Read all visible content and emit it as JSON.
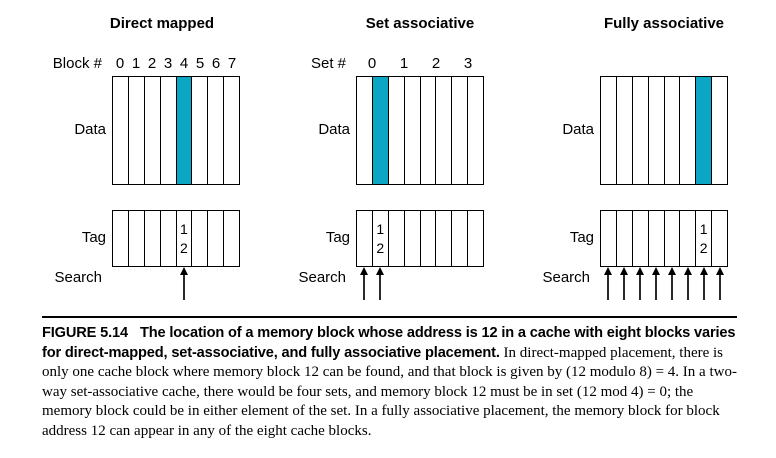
{
  "figure": {
    "colors": {
      "highlight": "#0aa6c3",
      "line": "#000000"
    },
    "panels": [
      {
        "id": "direct-mapped",
        "title": "Direct mapped",
        "index_label": "Block #",
        "index_values": [
          "0",
          "1",
          "2",
          "3",
          "4",
          "5",
          "6",
          "7"
        ],
        "data_label": "Data",
        "tag_label": "Tag",
        "search_label": "Search",
        "num_blocks": 8,
        "highlight_index": 4,
        "tag_value_index": 4,
        "tag_value": [
          "1",
          "2"
        ],
        "search_arrow_indices": [
          4
        ]
      },
      {
        "id": "set-associative",
        "title": "Set associative",
        "index_label": "Set #",
        "index_values": [
          "0",
          "1",
          "2",
          "3"
        ],
        "data_label": "Data",
        "tag_label": "Tag",
        "search_label": "Search",
        "num_blocks": 8,
        "highlight_index": 1,
        "tag_value_index": 1,
        "tag_value": [
          "1",
          "2"
        ],
        "search_arrow_indices": [
          0,
          1
        ]
      },
      {
        "id": "fully-associative",
        "title": "Fully associative",
        "index_label": "",
        "index_values": [],
        "data_label": "Data",
        "tag_label": "Tag",
        "search_label": "Search",
        "num_blocks": 8,
        "highlight_index": 6,
        "tag_value_index": 6,
        "tag_value": [
          "1",
          "2"
        ],
        "search_arrow_indices": [
          0,
          1,
          2,
          3,
          4,
          5,
          6,
          7
        ]
      }
    ],
    "caption": {
      "label": "FIGURE 5.14",
      "bold_text": "The location of a memory block whose address is 12 in a cache with eight blocks varies for direct-mapped, set-associative, and fully associative placement.",
      "body_text": "In direct-mapped placement, there is only one cache block where memory block 12 can be found, and that block is given by (12 modulo 8) = 4. In a two-way set-associative cache, there would be four sets, and memory block 12 must be in set (12 mod 4) = 0; the memory block could be in either element of the set. In a fully associative placement, the memory block for block address 12 can appear in any of the eight cache blocks."
    }
  }
}
